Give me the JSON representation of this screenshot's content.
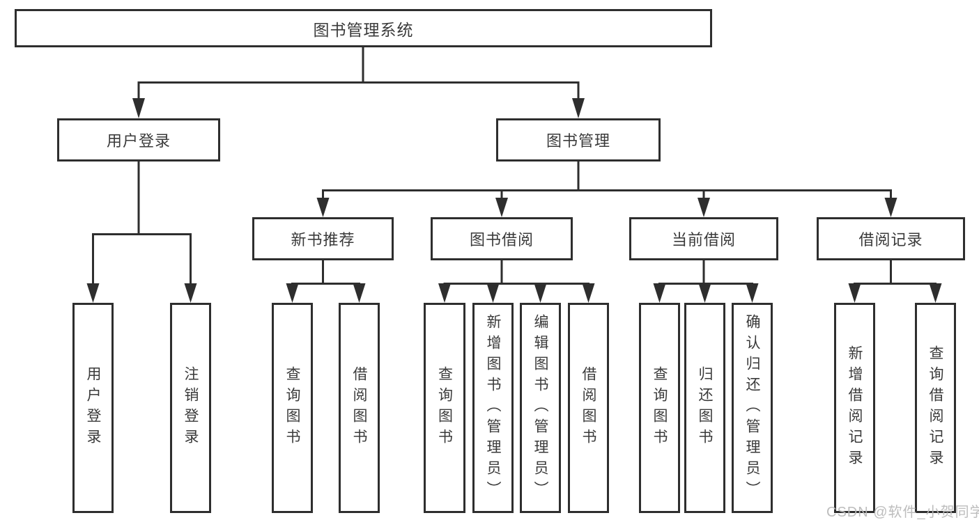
{
  "diagram": {
    "root": {
      "label": "图书管理系统"
    },
    "branches": [
      {
        "label": "用户登录",
        "children": [
          {
            "label": "用户登录"
          },
          {
            "label": "注销登录"
          }
        ]
      },
      {
        "label": "图书管理",
        "children": [
          {
            "label": "新书推荐",
            "children": [
              {
                "label": "查询图书"
              },
              {
                "label": "借阅图书"
              }
            ]
          },
          {
            "label": "图书借阅",
            "children": [
              {
                "label": "查询图书"
              },
              {
                "label": "新增图书（管理员）"
              },
              {
                "label": "编辑图书（管理员）"
              },
              {
                "label": "借阅图书"
              }
            ]
          },
          {
            "label": "当前借阅",
            "children": [
              {
                "label": "查询图书"
              },
              {
                "label": "归还图书"
              },
              {
                "label": "确认归还（管理员）"
              }
            ]
          },
          {
            "label": "借阅记录",
            "children": [
              {
                "label": "新增借阅记录"
              },
              {
                "label": "查询借阅记录"
              }
            ]
          }
        ]
      }
    ]
  },
  "watermark": {
    "text": "CSDN @软件_小贺同学"
  },
  "colors": {
    "line": "#2e2e2e",
    "box_border": "#2e2e2e",
    "box_fill": "#ffffff",
    "text": "#3a3a3a",
    "background": "#ffffff",
    "watermark": "#b9b9b9"
  }
}
